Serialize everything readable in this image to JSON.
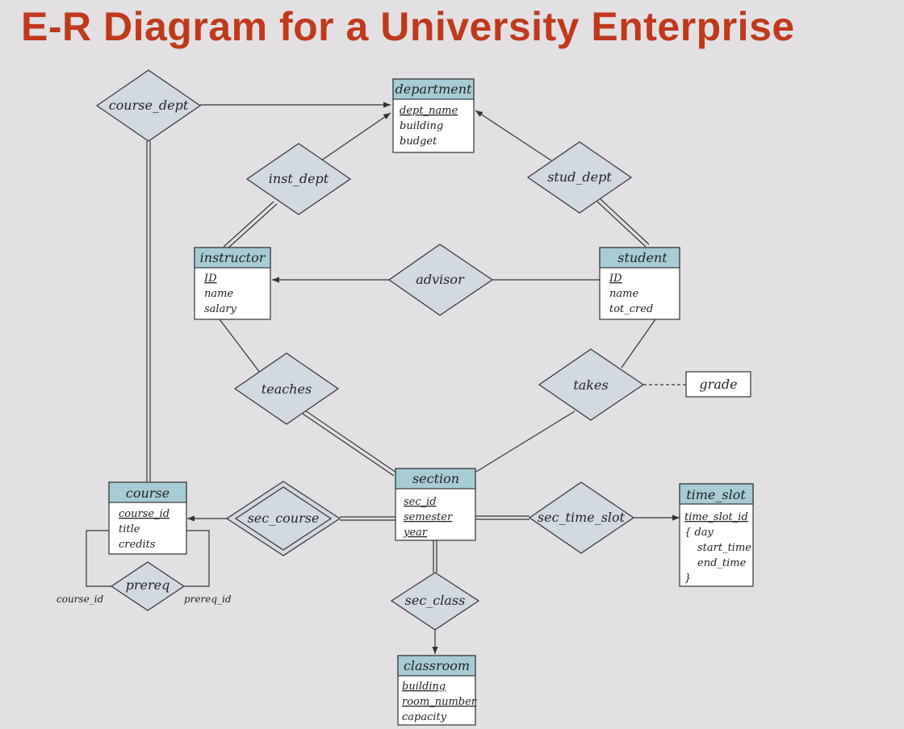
{
  "title": "E-R Diagram for a University Enterprise",
  "entities": {
    "department": {
      "name": "department",
      "attrs": [
        {
          "label": "dept_name",
          "key": true
        },
        {
          "label": "building",
          "key": false
        },
        {
          "label": "budget",
          "key": false
        }
      ]
    },
    "instructor": {
      "name": "instructor",
      "attrs": [
        {
          "label": "ID",
          "key": true
        },
        {
          "label": "name",
          "key": false
        },
        {
          "label": "salary",
          "key": false
        }
      ]
    },
    "student": {
      "name": "student",
      "attrs": [
        {
          "label": "ID",
          "key": true
        },
        {
          "label": "name",
          "key": false
        },
        {
          "label": "tot_cred",
          "key": false
        }
      ]
    },
    "course": {
      "name": "course",
      "attrs": [
        {
          "label": "course_id",
          "key": true
        },
        {
          "label": "title",
          "key": false
        },
        {
          "label": "credits",
          "key": false
        }
      ]
    },
    "section": {
      "name": "section",
      "attrs": [
        {
          "label": "sec_id",
          "key": true
        },
        {
          "label": "semester",
          "key": true
        },
        {
          "label": "year",
          "key": true
        }
      ]
    },
    "time_slot": {
      "name": "time_slot",
      "attrs": [
        {
          "label": "time_slot_id",
          "key": true
        },
        {
          "label": "{  day",
          "key": false
        },
        {
          "label": "start_time",
          "key": false
        },
        {
          "label": "end_time",
          "key": false
        },
        {
          "label": "}",
          "key": false
        }
      ]
    },
    "classroom": {
      "name": "classroom",
      "attrs": [
        {
          "label": "building",
          "key": true
        },
        {
          "label": "room_number",
          "key": true
        },
        {
          "label": "capacity",
          "key": false
        }
      ]
    }
  },
  "relationships": {
    "course_dept": "course_dept",
    "inst_dept": "inst_dept",
    "stud_dept": "stud_dept",
    "advisor": "advisor",
    "teaches": "teaches",
    "takes": "takes",
    "sec_course": "sec_course",
    "sec_time_slot": "sec_time_slot",
    "sec_class": "sec_class",
    "prereq": "prereq"
  },
  "relationship_attributes": {
    "grade": "grade"
  },
  "roles": {
    "course_id": "course_id",
    "prereq_id": "prereq_id"
  }
}
